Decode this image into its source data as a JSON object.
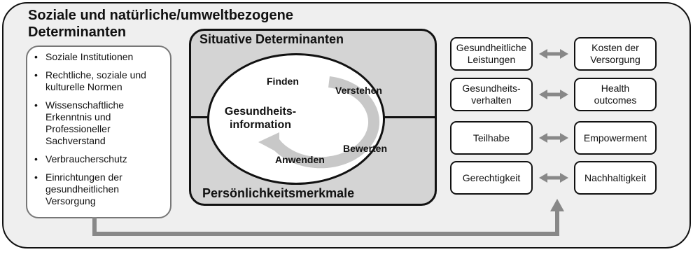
{
  "title_line1": "Soziale und natürliche/umweltbezogene",
  "title_line2": "Determinanten",
  "left_list": [
    "Soziale Institutionen",
    "Rechtliche, soziale und kulturelle Normen",
    "Wissenschaftliche Erkenntnis und Professioneller Sachverstand",
    "Verbraucherschutz",
    "Einrichtungen der gesundheitlichen Versorgung"
  ],
  "bullet": "•",
  "situative_title": "Situative Determinanten",
  "persoenlichkeit_title": "Persönlichkeitsmerkmale",
  "center_label_line1": "Gesundheits-",
  "center_label_line2": "information",
  "cycle": {
    "finden": "Finden",
    "verstehen": "Verstehen",
    "bewerten": "Bewerten",
    "anwenden": "Anwenden"
  },
  "outcomes": [
    {
      "left_line1": "Gesundheitliche",
      "left_line2": "Leistungen",
      "right_line1": "Kosten der",
      "right_line2": "Versorgung"
    },
    {
      "left_line1": "Gesundheits-",
      "left_line2": "verhalten",
      "right_line1": "Health",
      "right_line2": "outcomes"
    },
    {
      "left_line1": "Teilhabe",
      "left_line2": "",
      "right_line1": "Empowerment",
      "right_line2": ""
    },
    {
      "left_line1": "Gerechtigkeit",
      "left_line2": "",
      "right_line1": "Nachhaltigkeit",
      "right_line2": ""
    }
  ],
  "colors": {
    "outer_bg": "#efefef",
    "center_bg": "#d4d4d4",
    "arrow_gray": "#888888",
    "cycle_arrow": "#c8c8c8"
  }
}
